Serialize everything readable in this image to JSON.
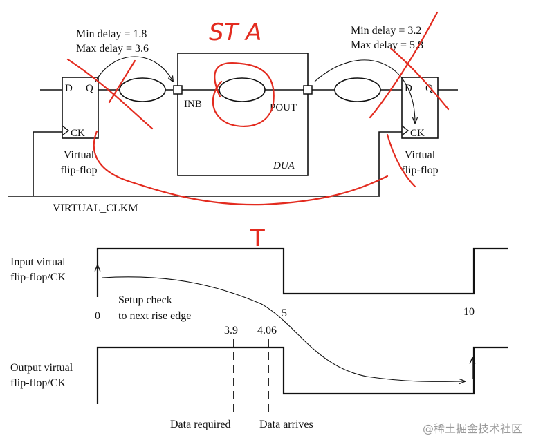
{
  "circuit": {
    "left_delay": {
      "min": "Min delay = 1.8",
      "max": "Max delay = 3.6"
    },
    "right_delay": {
      "min": "Min delay = 3.2",
      "max": "Max delay = 5.8"
    },
    "left_ff": {
      "d": "D",
      "q": "Q",
      "ck": "CK",
      "label_line1": "Virtual",
      "label_line2": "flip-flop"
    },
    "right_ff": {
      "d": "D",
      "q": "Q",
      "ck": "CK",
      "label_line1": "Virtual",
      "label_line2": "flip-flop"
    },
    "dua": {
      "name": "DUA",
      "input_port": "INB",
      "output_port": "POUT"
    },
    "clock_net": "VIRTUAL_CLKM"
  },
  "timing": {
    "input_label_line1": "Input virtual",
    "input_label_line2": "flip-flop/CK",
    "output_label_line1": "Output virtual",
    "output_label_line2": "flip-flop/CK",
    "tick_0": "0",
    "tick_5": "5",
    "tick_10": "10",
    "setup_line1": "Setup check",
    "setup_line2": "to next rise edge",
    "required_value": "3.9",
    "arrival_value": "4.06",
    "required_label": "Data required",
    "arrival_label": "Data arrives"
  },
  "annotations": {
    "sta": "ST A",
    "t": "T"
  },
  "watermark": "@稀土掘金技术社区",
  "colors": {
    "ink": "#111111",
    "annotation": "#e32b1f",
    "watermark": "#9a9a9a"
  }
}
